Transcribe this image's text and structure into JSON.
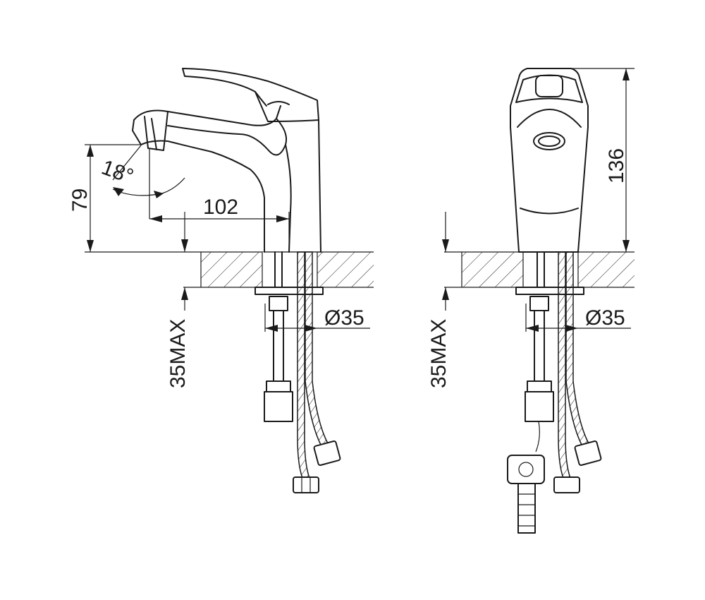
{
  "side_view": {
    "spout_angle": "18°",
    "height_to_spout": "79",
    "spout_reach": "102",
    "hole_diameter": "Ø35",
    "max_counter_thickness": "35MAX"
  },
  "front_view": {
    "total_height": "136",
    "hole_diameter": "Ø35",
    "max_counter_thickness": "35MAX"
  }
}
